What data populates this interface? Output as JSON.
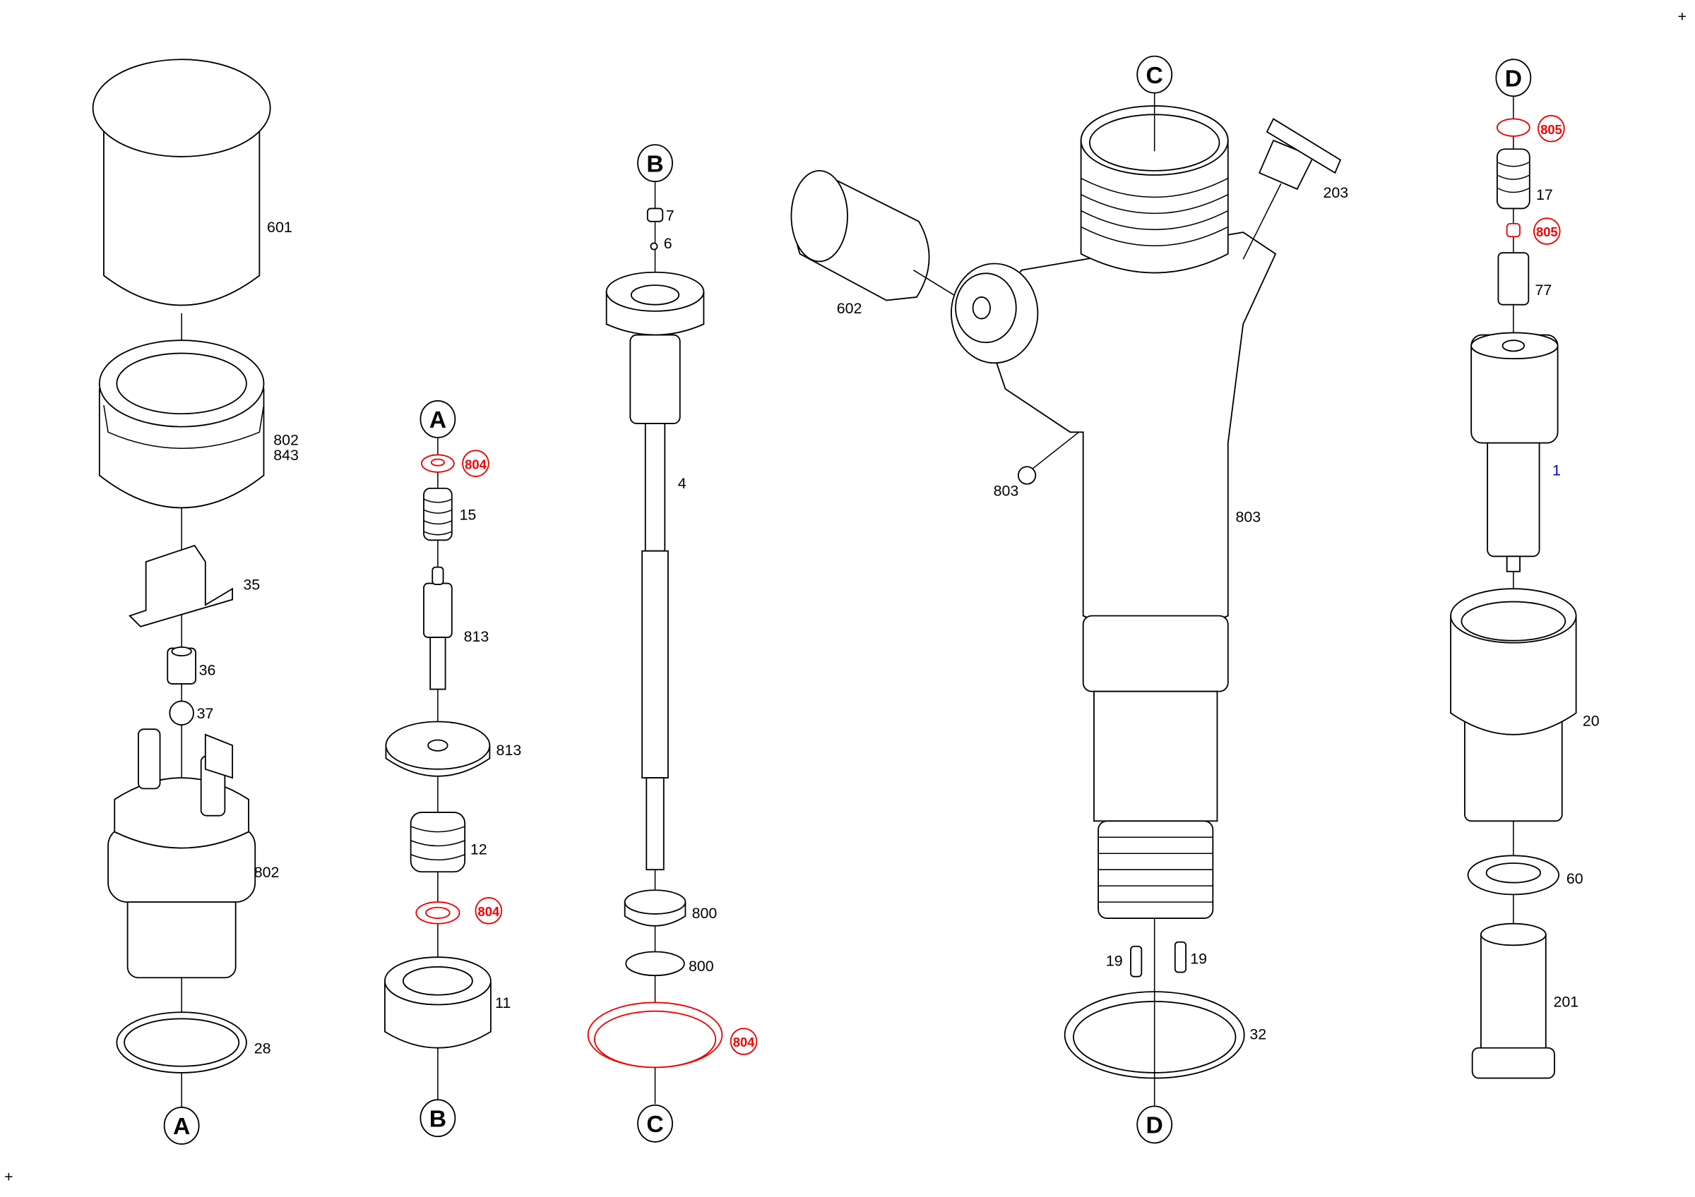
{
  "refs": {
    "A": "A",
    "B": "B",
    "C": "C",
    "D": "D"
  },
  "labels": {
    "p601": "601",
    "p802a": "802",
    "p843": "843",
    "p35": "35",
    "p36": "36",
    "p37": "37",
    "p802b": "802",
    "p28": "28",
    "p804a": "804",
    "p15": "15",
    "p813a": "813",
    "p813b": "813",
    "p12": "12",
    "p804b": "804",
    "p11": "11",
    "p7": "7",
    "p6": "6",
    "p4": "4",
    "p800a": "800",
    "p800b": "800",
    "p804c": "804",
    "p602": "602",
    "p203": "203",
    "p803a": "803",
    "p803b": "803",
    "p19a": "19",
    "p19b": "19",
    "p32": "32",
    "p805a": "805",
    "p17": "17",
    "p805b": "805",
    "p77": "77",
    "p1": "1",
    "p20": "20",
    "p60": "60",
    "p201": "201"
  },
  "corner_marks": [
    "+",
    "+"
  ],
  "colors": {
    "highlight": "#e00000",
    "link": "#0000cc"
  }
}
